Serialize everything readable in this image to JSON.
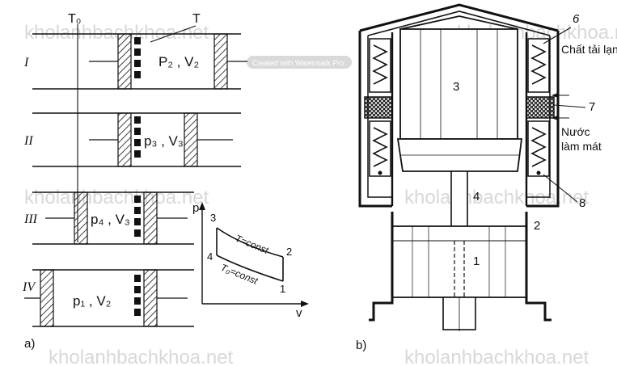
{
  "watermark": {
    "site": "kholanhbachkhoa.net",
    "created_with": "Created with Watermark Pro"
  },
  "part_a": {
    "caption": "a)",
    "temp_labels": {
      "cold": "T₀",
      "hot": "T"
    },
    "stages": [
      {
        "roman": "I",
        "state": "P₂ , V₂"
      },
      {
        "roman": "II",
        "state": "p₃ , V₃"
      },
      {
        "roman": "III",
        "state": "p₄ , V₃"
      },
      {
        "roman": "IV",
        "state": "p₁ , V₂"
      }
    ],
    "pv_diagram": {
      "axis_p": "p",
      "axis_v": "v",
      "upper_curve": "T=const",
      "lower_curve": "T₀=const",
      "points": [
        "1",
        "2",
        "3",
        "4"
      ]
    }
  },
  "part_b": {
    "caption": "b)",
    "parts": [
      "1",
      "2",
      "3",
      "4",
      "6",
      "7",
      "8"
    ],
    "labels": {
      "refrigerant": "Chất tải lạnh",
      "cooling_water": "Nước làm mát"
    }
  },
  "colors": {
    "ink": "#111111",
    "watermark": "#d8d8d8"
  }
}
